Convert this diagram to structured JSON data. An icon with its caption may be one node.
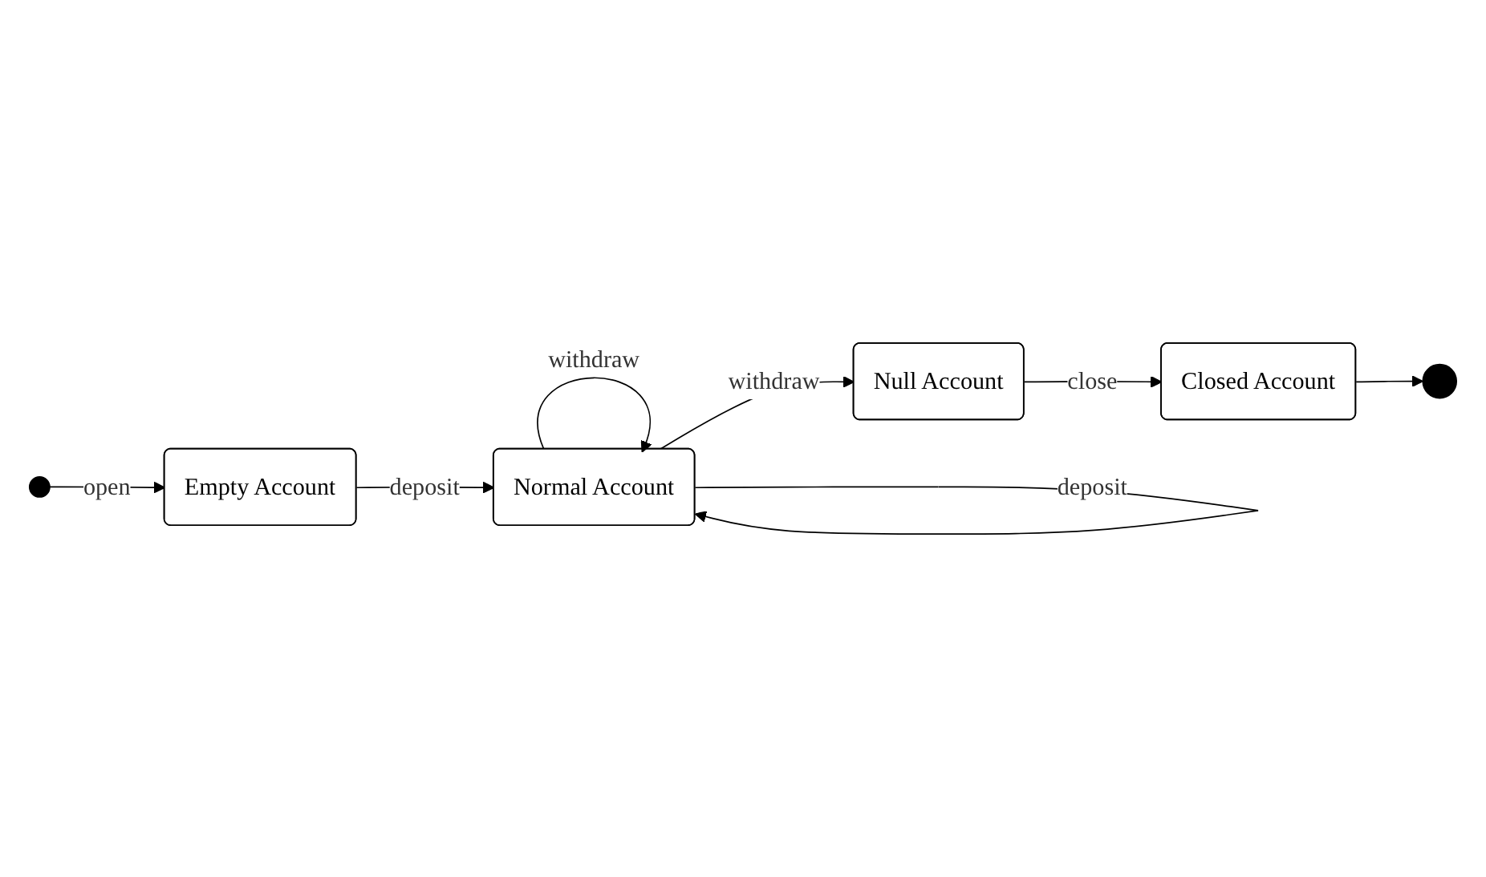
{
  "diagram": {
    "nodes": [
      {
        "text": [],
        "shape": "circle"
      },
      {
        "text": [
          "Empty Account"
        ]
      },
      {
        "text": [
          "Normal Account"
        ]
      },
      {
        "text": [
          "Null Account"
        ]
      },
      {
        "text": [
          "Closed Account"
        ]
      },
      {
        "text": [],
        "shape": "bullseye"
      }
    ],
    "edges": [
      {
        "from": 0,
        "to": 1,
        "label": "open",
        "arrow": "to"
      },
      {
        "from": 1,
        "to": 2,
        "label": "deposit",
        "arrow": "to"
      },
      {
        "from": 2,
        "to": 2,
        "label": "deposit",
        "arrow": "to"
      },
      {
        "from": 2,
        "to": 2,
        "label": "withdraw",
        "arrow": "to"
      },
      {
        "from": 2,
        "to": 3,
        "label": "withdraw",
        "arrow": "to"
      },
      {
        "from": 3,
        "to": 4,
        "label": "close",
        "arrow": "to"
      },
      {
        "from": 4,
        "to": 5,
        "arrow": "to"
      }
    ]
  }
}
